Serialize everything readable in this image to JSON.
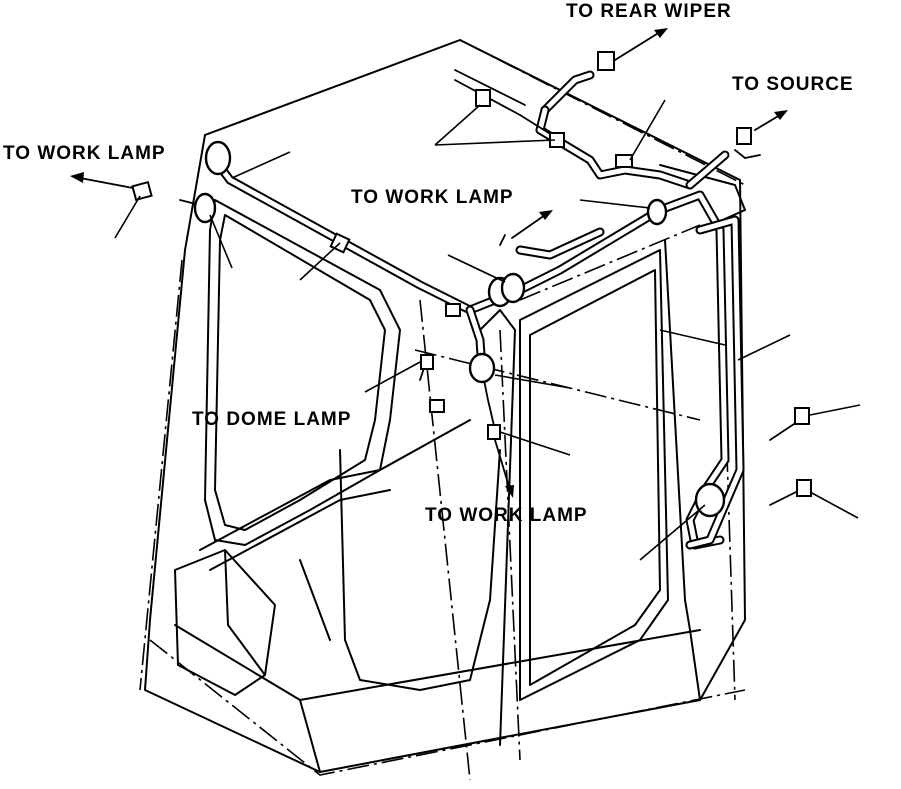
{
  "labels": {
    "rear_wiper": "TO REAR WIPER",
    "source": "TO SOURCE",
    "work_lamp_left": "TO WORK LAMP",
    "work_lamp_center": "TO WORK LAMP",
    "dome_lamp": "TO DOME LAMP",
    "work_lamp_bottom": "TO WORK LAMP"
  }
}
